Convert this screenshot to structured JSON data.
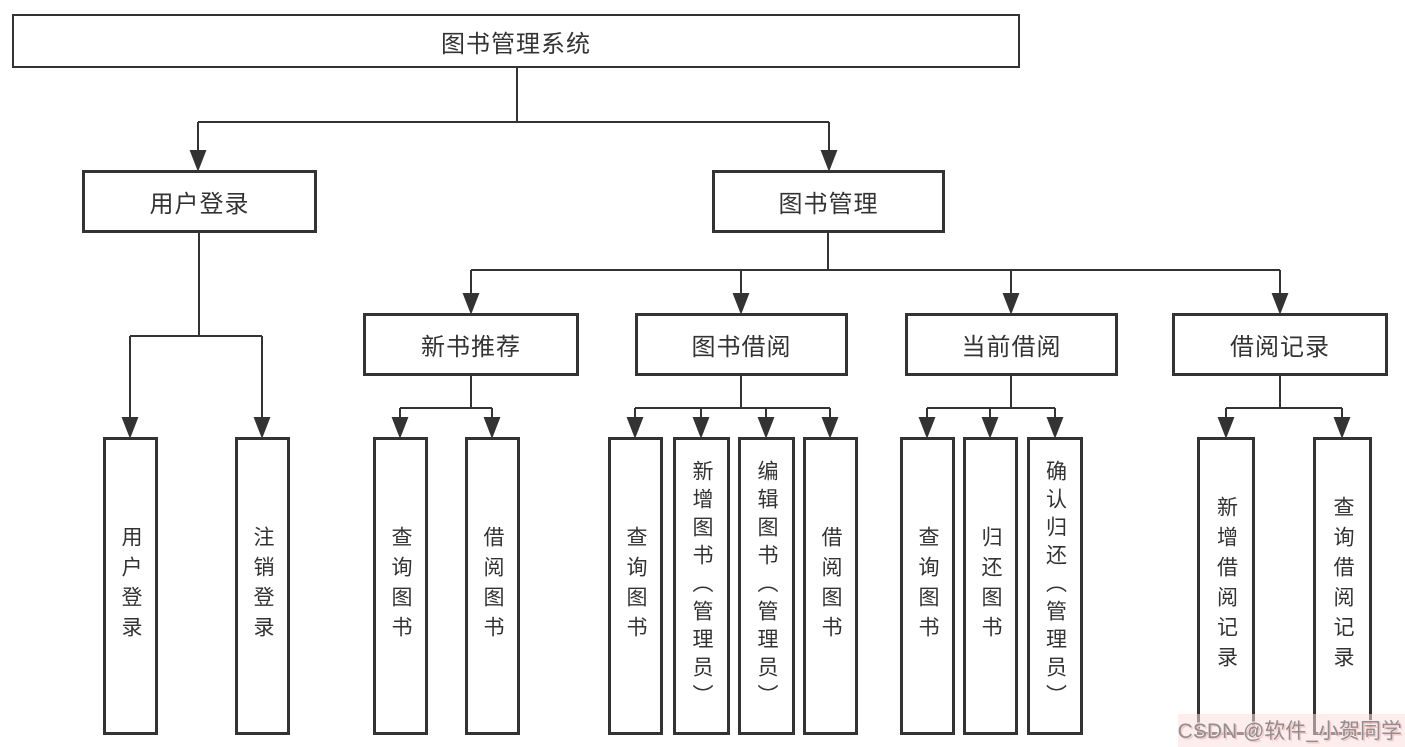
{
  "diagram": {
    "type": "tree",
    "title": "图书管理系统",
    "root": {
      "label": "图书管理系统",
      "children": [
        {
          "label": "用户登录",
          "children": [
            {
              "label": "用户登录"
            },
            {
              "label": "注销登录"
            }
          ]
        },
        {
          "label": "图书管理",
          "children": [
            {
              "label": "新书推荐",
              "children": [
                {
                  "label": "查询图书"
                },
                {
                  "label": "借阅图书"
                }
              ]
            },
            {
              "label": "图书借阅",
              "children": [
                {
                  "label": "查询图书"
                },
                {
                  "label": "新增图书（管理员）"
                },
                {
                  "label": "编辑图书（管理员）"
                },
                {
                  "label": "借阅图书"
                }
              ]
            },
            {
              "label": "当前借阅",
              "children": [
                {
                  "label": "查询图书"
                },
                {
                  "label": "归还图书"
                },
                {
                  "label": "确认归还（管理员）"
                }
              ]
            },
            {
              "label": "借阅记录",
              "children": [
                {
                  "label": "新增借阅记录"
                },
                {
                  "label": "查询借阅记录"
                }
              ]
            }
          ]
        }
      ]
    }
  },
  "watermark": {
    "text": "CSDN @软件_小贺同学"
  },
  "colors": {
    "line": "#333333",
    "text": "#333333",
    "box_background": "#ffffff",
    "watermark_text": "#8f8f8f",
    "watermark_background": "#fbdfdf"
  }
}
